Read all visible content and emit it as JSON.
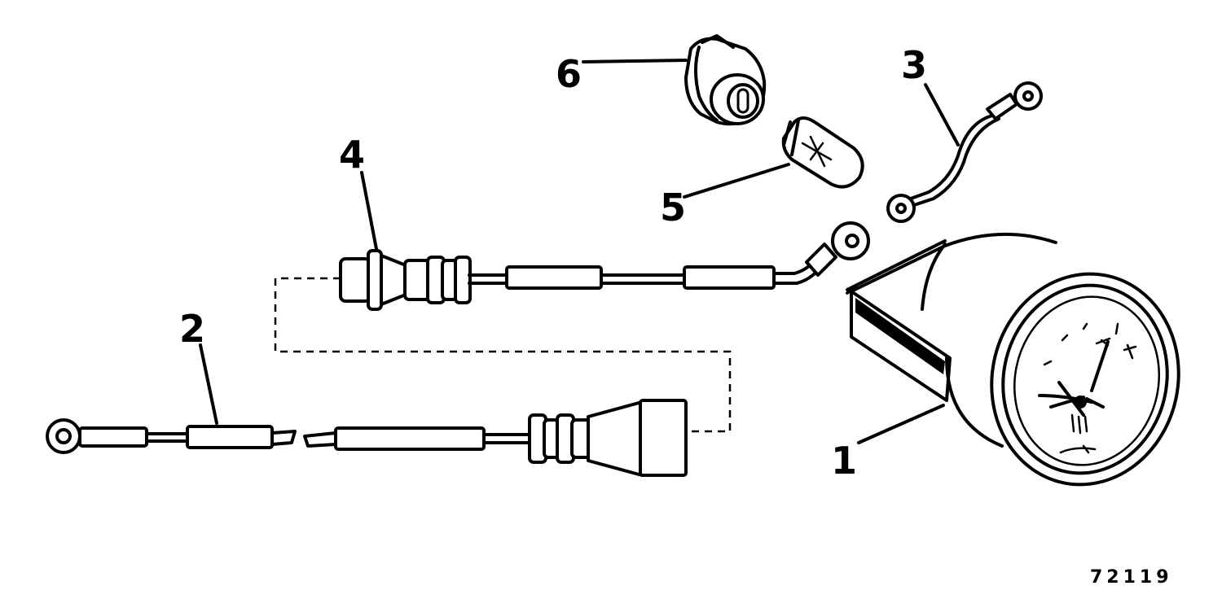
{
  "callouts": {
    "c1": "1",
    "c2": "2",
    "c3": "3",
    "c4": "4",
    "c5": "5",
    "c6": "6"
  },
  "figure_number": "72119"
}
